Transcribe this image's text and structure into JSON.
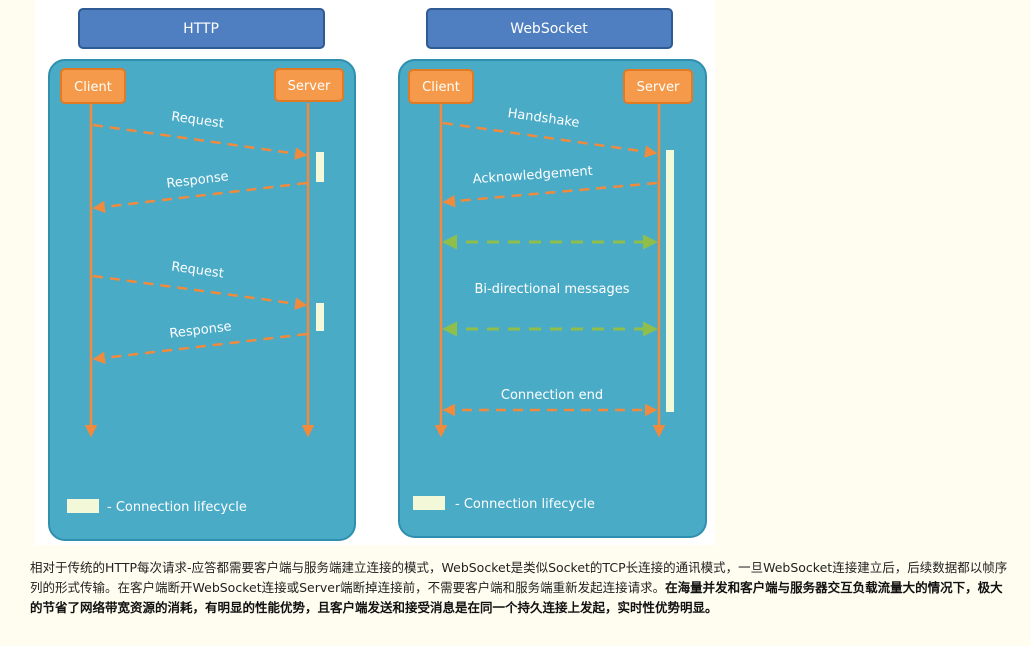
{
  "http": {
    "title": "HTTP",
    "client": "Client",
    "server": "Server",
    "messages": [
      "Request",
      "Response",
      "Request",
      "Response"
    ],
    "legend": "- Connection lifecycle"
  },
  "websocket": {
    "title": "WebSocket",
    "client": "Client",
    "server": "Server",
    "messages": [
      "Handshake",
      "Acknowledgement",
      "Bi-directional messages",
      "Connection end"
    ],
    "legend": "- Connection lifecycle"
  },
  "colors": {
    "panel": "#4aabc7",
    "panel_border": "#2f8fae",
    "header": "#4f7fc0",
    "actor": "#f59a4a",
    "arrow": "#f08a3c",
    "bidir": "#8fbf4a",
    "lifecycle": "#f2f8d8"
  },
  "caption": {
    "normal": "相对于传统的HTTP每次请求-应答都需要客户端与服务端建立连接的模式，WebSocket是类似Socket的TCP长连接的通讯模式，一旦WebSocket连接建立后，后续数据都以帧序列的形式传输。在客户端断开WebSocket连接或Server端断掉连接前，不需要客户端和服务端重新发起连接请求。",
    "bold": "在海量并发和客户端与服务器交互负载流量大的情况下，极大的节省了网络带宽资源的消耗，有明显的性能优势，且客户端发送和接受消息是在同一个持久连接上发起，实时性优势明显。"
  }
}
